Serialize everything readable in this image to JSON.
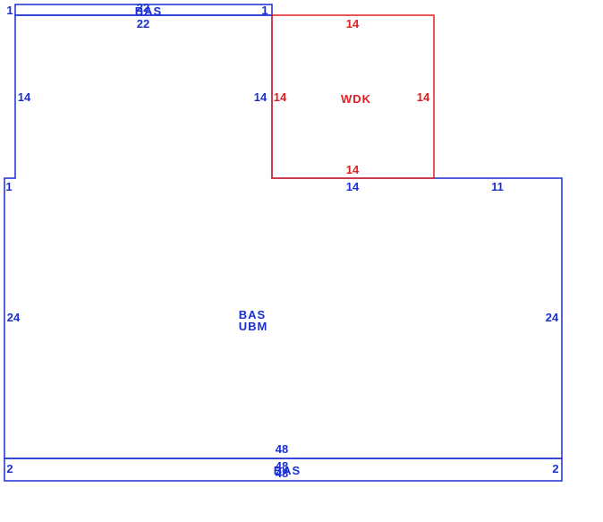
{
  "colors": {
    "main": "#1a2fd1",
    "deck": "#e02020",
    "background": "#ffffff"
  },
  "areas": {
    "upper_strip": {
      "code": "BAS",
      "overlap_code": "22"
    },
    "main": {
      "code": "BAS",
      "subcode": "UBM"
    },
    "deck": {
      "code": "WDK"
    },
    "lower_strip": {
      "code": "BAS",
      "overlap_code": "48"
    }
  },
  "dimensions": {
    "upper_strip": {
      "top": "22",
      "bottom": "22",
      "left": "1",
      "right": "1"
    },
    "main": {
      "upper_left": "14",
      "upper_right": "14",
      "left_step": "1",
      "mid_top": "14",
      "right_top": "11",
      "left": "24",
      "right": "24",
      "bottom": "48"
    },
    "deck": {
      "top": "14",
      "bottom": "14",
      "left": "14",
      "right": "14"
    },
    "lower_strip": {
      "top": "48",
      "bottom": "48",
      "left": "2",
      "right": "2"
    }
  }
}
